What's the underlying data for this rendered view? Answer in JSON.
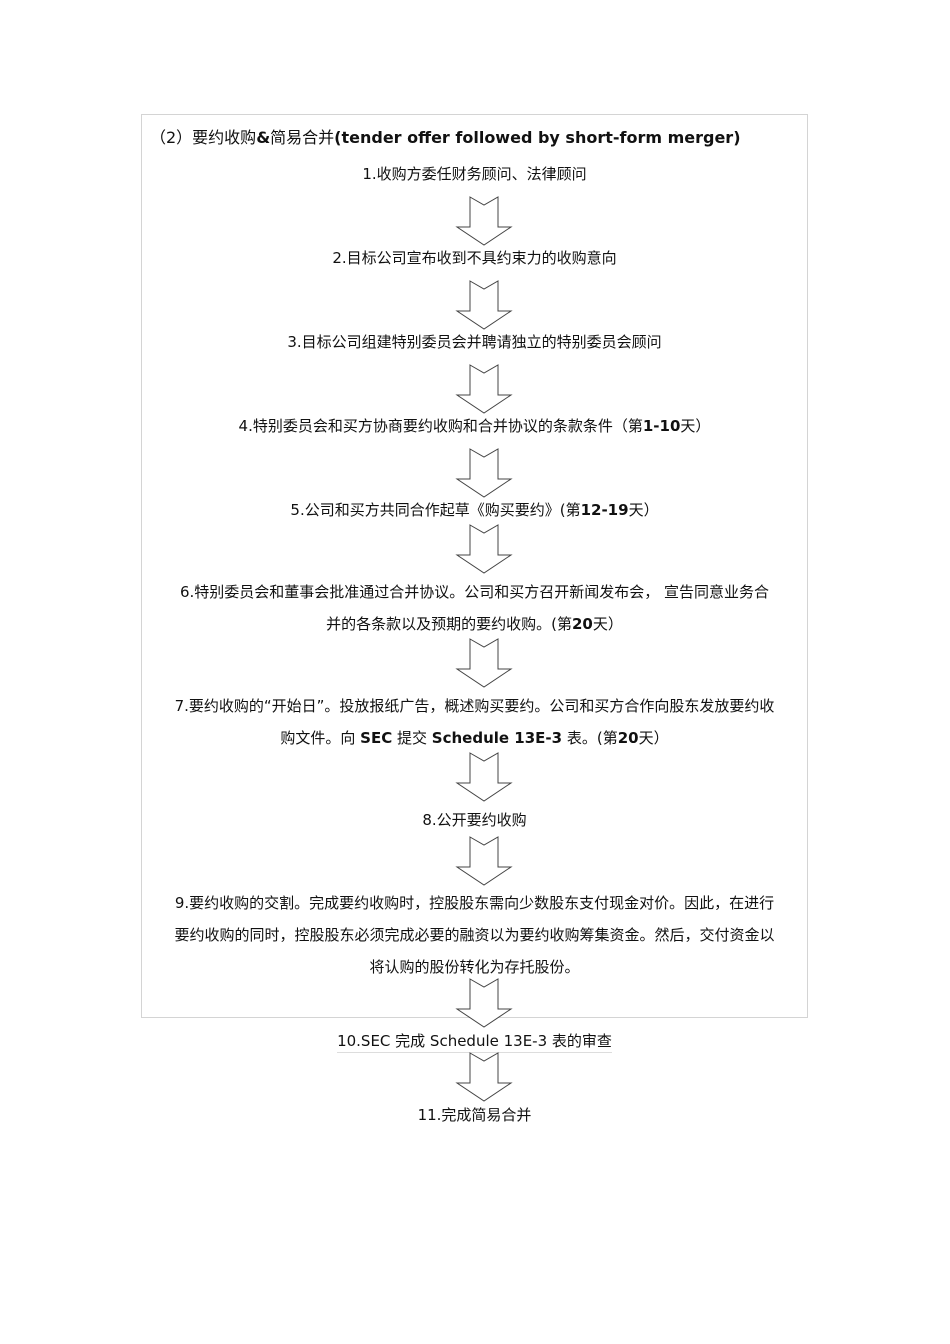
{
  "title": {
    "prefix": "（2）要约收购",
    "amp": "&",
    "mid": "简易合并",
    "en": "(tender offer followed by short-form merger)"
  },
  "steps": {
    "s1": "1.收购方委任财务顾问、法律顾问",
    "s2": "2.目标公司宣布收到不具约束力的收购意向",
    "s3": "3.目标公司组建特别委员会并聘请独立的特别委员会顾问",
    "s4a": "4.特别委员会和买方协商要约收购和合并协议的条款条件（第",
    "s4b": "1-10",
    "s4c": "天）",
    "s5a": "5.公司和买方共同合作起草《购买要约》(第",
    "s5b": "12-19",
    "s5c": "天）",
    "s6l1": "6.特别委员会和董事会批准通过合并协议。公司和买方召开新闻发布会， 宣告同意业务合",
    "s6l2a": "并的各条款以及预期的要约收购。(第",
    "s6l2b": "20",
    "s6l2c": "天）",
    "s7l1": "7.要约收购的“开始日”。投放报纸广告，概述购买要约。公司和买方合作向股东发放要约收",
    "s7l2a": "购文件。向 ",
    "s7l2b": "SEC",
    "s7l2c": " 提交 ",
    "s7l2d": "Schedule 13E-3",
    "s7l2e": " 表。(第",
    "s7l2f": "20",
    "s7l2g": "天）",
    "s8": "8.公开要约收购",
    "s9l1": "9.要约收购的交割。完成要约收购时，控股股东需向少数股东支付现金对价。因此，在进行",
    "s9l2": "要约收购的同时，控股股东必须完成必要的融资以为要约收购筹集资金。然后，交付资金以",
    "s9l3": "将认购的股份转化为存托股份。",
    "s10": "10.SEC 完成 Schedule 13E-3  表的审查",
    "s11": "11.完成简易合并"
  }
}
